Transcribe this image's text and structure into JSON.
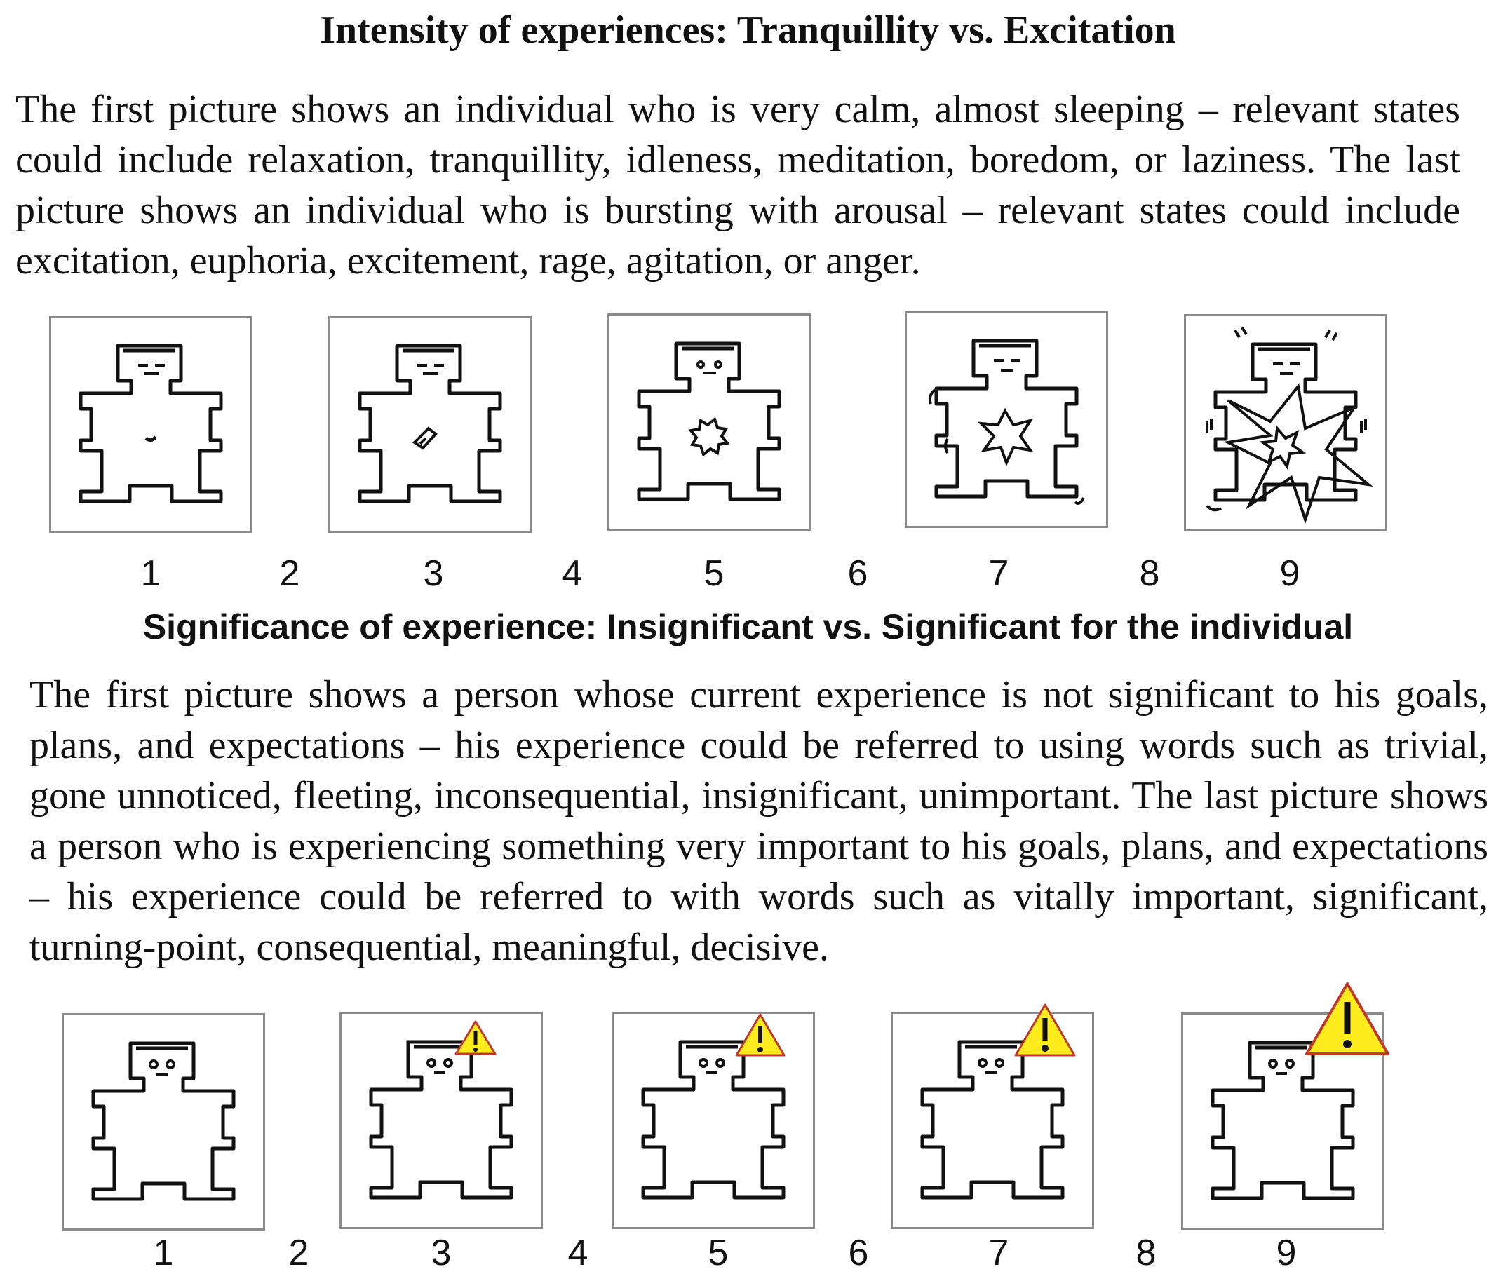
{
  "section1": {
    "title": "Intensity of experiences: Tranquillity vs. Excitation",
    "description": "The first picture shows an individual who is very calm, almost sleeping – relevant states could include relaxation, tranquillity, idleness, meditation, boredom, or laziness. The last picture shows an individual who is bursting with arousal – relevant states could include excitation, euphoria, excitement, rage, agitation, or anger.",
    "scale": [
      "1",
      "2",
      "3",
      "4",
      "5",
      "6",
      "7",
      "8",
      "9"
    ]
  },
  "section2": {
    "title": "Significance of experience: Insignificant vs. Significant for the individual",
    "description": "The first picture shows a person whose current experience is not significant to his goals, plans, and expectations – his experience could be referred to using words such as trivial, gone unnoticed, fleeting, inconsequential, insignificant, unimportant. The last picture shows a person who is experiencing something very important to his goals, plans, and expectations – his experience could be referred to with words such as vitally important, significant, turning-point, consequential, meaningful, decisive.",
    "scale": [
      "1",
      "2",
      "3",
      "4",
      "5",
      "6",
      "7",
      "8",
      "9"
    ]
  },
  "icons": {
    "arousal_figure": "manikin-arousal-icon",
    "significance_figure": "manikin-significance-icon",
    "warning": "warning-triangle-icon"
  },
  "colors": {
    "warning_fill": "#ffec1f",
    "warning_stroke": "#c0392b",
    "frame_border": "#8a8a8a",
    "ink": "#111111"
  }
}
